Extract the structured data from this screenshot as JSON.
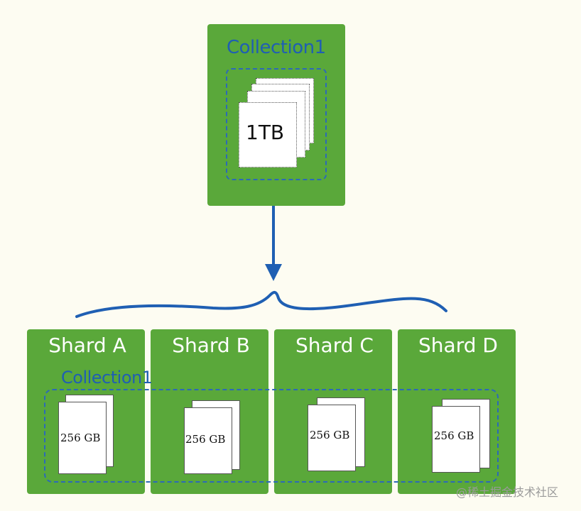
{
  "top": {
    "label": "Collection1",
    "size": "1TB"
  },
  "bottom_collection_label": "Collection1",
  "shards": [
    {
      "name": "Shard A",
      "size": "256 GB"
    },
    {
      "name": "Shard B",
      "size": "256 GB"
    },
    {
      "name": "Shard C",
      "size": "256 GB"
    },
    {
      "name": "Shard D",
      "size": "256 GB"
    }
  ],
  "watermark": "@稀土掘金技术社区",
  "colors": {
    "box_green": "#5aa83a",
    "line_blue": "#1f5fb3",
    "label_white": "#ffffff"
  }
}
